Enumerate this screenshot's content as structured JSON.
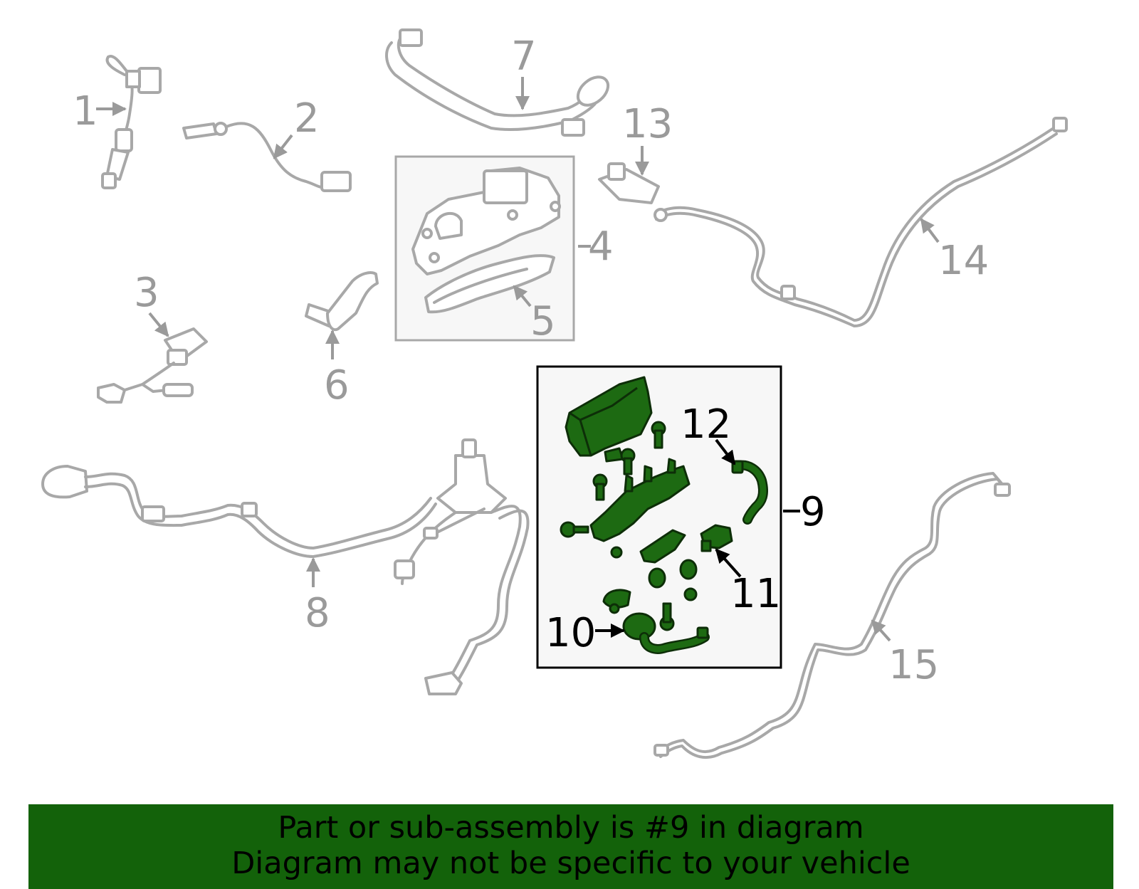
{
  "callouts": {
    "c1": "1",
    "c2": "2",
    "c3": "3",
    "c4": "4",
    "c5": "5",
    "c6": "6",
    "c7": "7",
    "c8": "8",
    "c9": "9",
    "c10": "10",
    "c11": "11",
    "c12": "12",
    "c13": "13",
    "c14": "14",
    "c15": "15"
  },
  "highlighted_part": "9",
  "colors": {
    "highlight_green": "#1d6a12",
    "banner_green": "#13620a",
    "outline_grey": "#a8a8a8",
    "panel_bg": "#f7f7f7"
  },
  "banner": {
    "line1": "Part or sub-assembly is #9 in diagram",
    "line2": "Diagram may not be specific to your vehicle"
  }
}
